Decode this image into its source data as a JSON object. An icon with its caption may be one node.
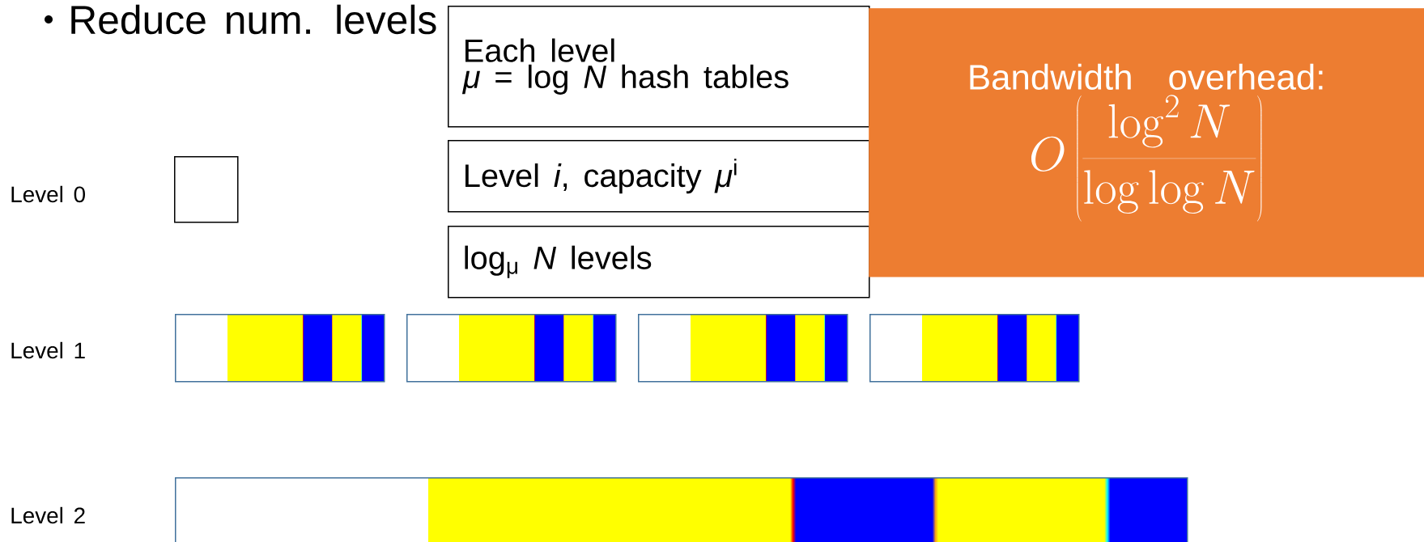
{
  "diagram": {
    "nodes": [
      {
        "text": [
          "Each level",
          "*μ* = log *N* hash tables"
        ]
      },
      {
        "text": [
          "Level *i*, capacity *μ*$^{i}$"
        ]
      },
      {
        "text": [
          "log$_{μ}$ *N* levels"
        ]
      },
      {
        "text": [
          "Bandwidth overhead:",
          "O\\left(\\frac{\\log^2 N}{\\log\\log N}\\right)"
        ]
      },
      {
        "text": [],
        "shape": "box"
      },
      {
        "text": [],
        "shape": "bar"
      },
      {
        "text": [],
        "shape": "bar"
      },
      {
        "text": [],
        "shape": "bar"
      },
      {
        "text": [],
        "shape": "bar"
      },
      {
        "text": [],
        "shape": "bar"
      }
    ],
    "labels": [
      "Reduce num. levels",
      "Level 0",
      "Level 1",
      "Level 2"
    ]
  }
}
